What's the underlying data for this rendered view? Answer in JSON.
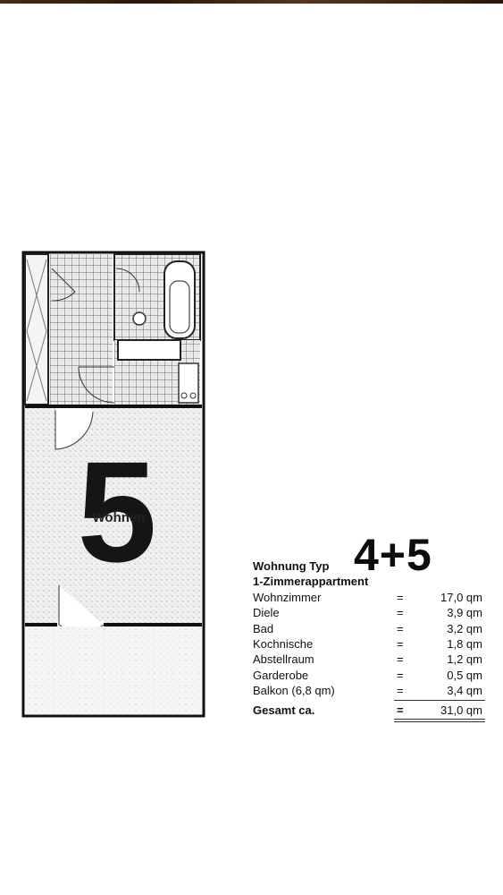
{
  "plan": {
    "unit_number": "5",
    "room_label": "Wohnen"
  },
  "apartment": {
    "type_label": "Wohnung Typ",
    "type_number": "4+5",
    "subtitle": "1-Zimmerappartment",
    "rows": [
      {
        "label": "Wohnzimmer",
        "eq": "=",
        "value": "17,0 qm"
      },
      {
        "label": "Diele",
        "eq": "=",
        "value": "3,9 qm"
      },
      {
        "label": "Bad",
        "eq": "=",
        "value": "3,2 qm"
      },
      {
        "label": "Kochnische",
        "eq": "=",
        "value": "1,8 qm"
      },
      {
        "label": "Abstellraum",
        "eq": "=",
        "value": "1,2 qm"
      },
      {
        "label": "Garderobe",
        "eq": "=",
        "value": "0,5 qm"
      },
      {
        "label": "Balkon (6,8 qm)",
        "eq": "=",
        "value": "3,4 qm"
      }
    ],
    "total": {
      "label": "Gesamt ca.",
      "eq": "=",
      "value": "31,0 qm"
    }
  }
}
